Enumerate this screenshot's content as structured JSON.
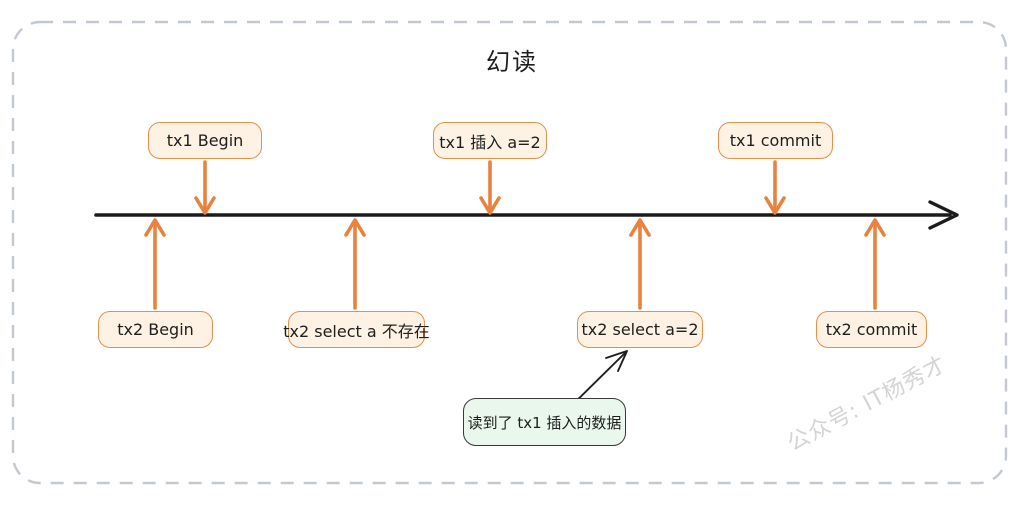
{
  "title": "幻读",
  "timeline": {
    "top_events": [
      {
        "label": "tx1 Begin"
      },
      {
        "label": "tx1 插入 a=2"
      },
      {
        "label": "tx1 commit"
      }
    ],
    "bottom_events": [
      {
        "label": "tx2 Begin"
      },
      {
        "label": "tx2 select a 不存在"
      },
      {
        "label": "tx2 select a=2"
      },
      {
        "label": "tx2 commit"
      }
    ]
  },
  "note": {
    "label": "读到了 tx1 插入的数据"
  },
  "watermark": "公众号: IT杨秀才",
  "colors": {
    "accent_orange": "#e8823d",
    "event_box_border": "#e58f48",
    "event_box_fill": "#fdf2e3",
    "note_fill": "#eaf7ec",
    "note_border": "#37393c",
    "axis_black": "#1b1b1b",
    "dashed_border": "#c3c9d2",
    "watermark_gray": "#d4d4d4"
  }
}
